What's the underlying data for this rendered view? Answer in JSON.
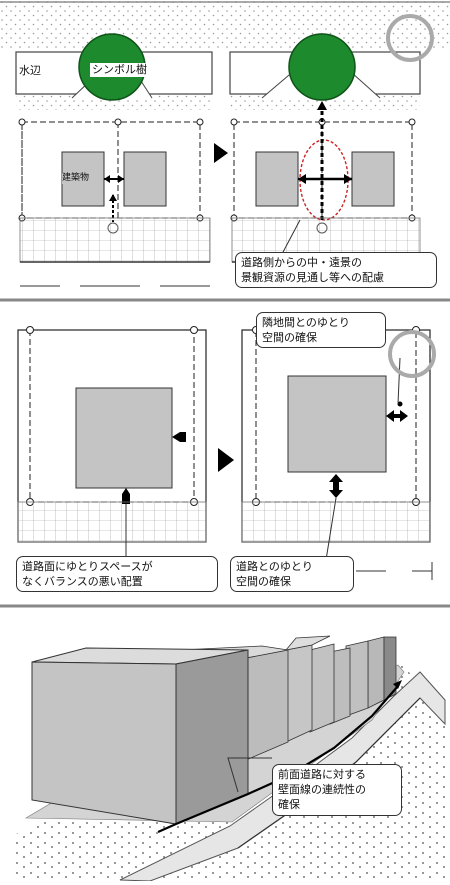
{
  "panel1": {
    "waterside_label": "水辺",
    "symbol_tree_label": "シンボル樹",
    "building_gap_label": "建築物",
    "callout": {
      "line1": "道路側からの中・遠景の",
      "line2": "景観資源の見通し等への配慮"
    }
  },
  "panel2": {
    "callout_neighbor": {
      "line1": "隣地間とのゆとり",
      "line2": "空間の確保"
    },
    "callout_bad": {
      "line1": "道路面にゆとりスペースが",
      "line2": "なくバランスの悪い配置"
    },
    "callout_road": {
      "line1": "道路とのゆとり",
      "line2": "空間の確保"
    }
  },
  "panel3": {
    "callout": {
      "line1": "前面道路に対する",
      "line2": "壁面線の連続性の",
      "line3": "確保"
    }
  },
  "colors": {
    "tree_green": "#1e8a2e",
    "building_gray": "#c4c4c4",
    "circle_gray": "#aaaaaa",
    "focus_red": "#cc2222",
    "divider": "#888888"
  }
}
